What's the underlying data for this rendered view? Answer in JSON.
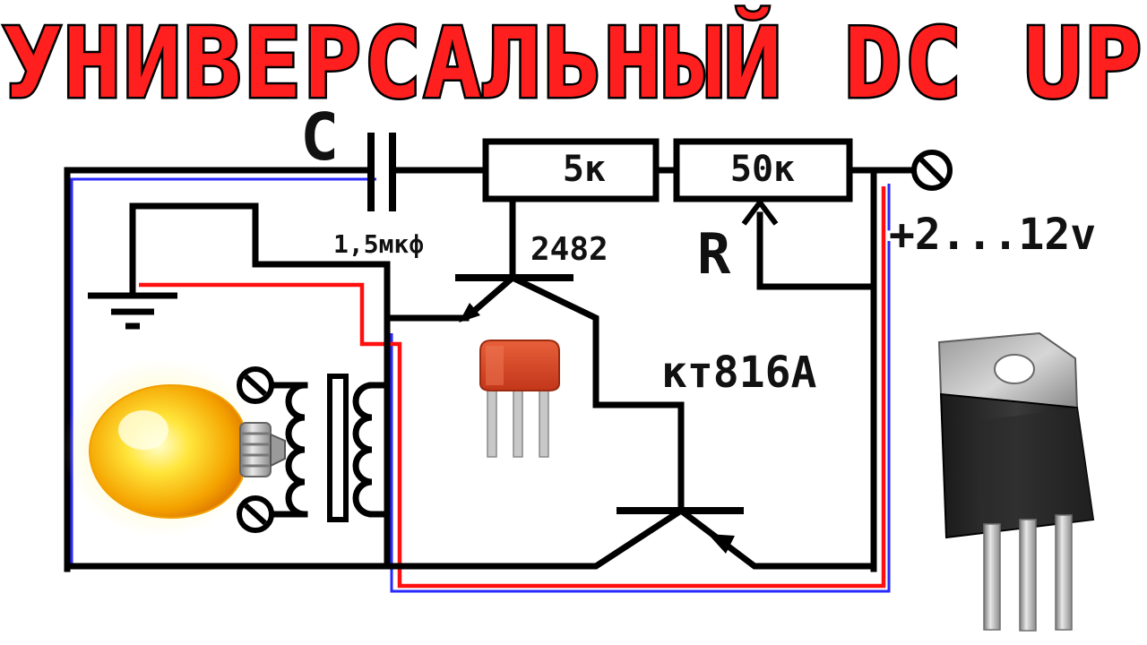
{
  "title": "УНИВЕРСАЛЬНЫЙ DC UP",
  "labels": {
    "capacitor_letter": "C",
    "capacitor_value": "1,5мкф",
    "resistor_fixed": "5к",
    "resistor_variable": "50к",
    "variable_resistor_letter": "R",
    "supply": "+2...12v",
    "transistor_small": "2482",
    "transistor_power": "кт816А"
  },
  "icons": {
    "bulb": "light-bulb-icon",
    "ground": "ground-icon",
    "terminal": "screw-terminal-icon",
    "small_transistor": "small-transistor-icon",
    "power_transistor": "to220-transistor-icon"
  },
  "colors": {
    "title_fill": "#ff1f1f",
    "wire": "#000000",
    "wire_red": "#ff1010",
    "wire_blue": "#2828ff",
    "small_transistor_body": "#d9401c",
    "bulb_glow": "#ffd21a"
  }
}
